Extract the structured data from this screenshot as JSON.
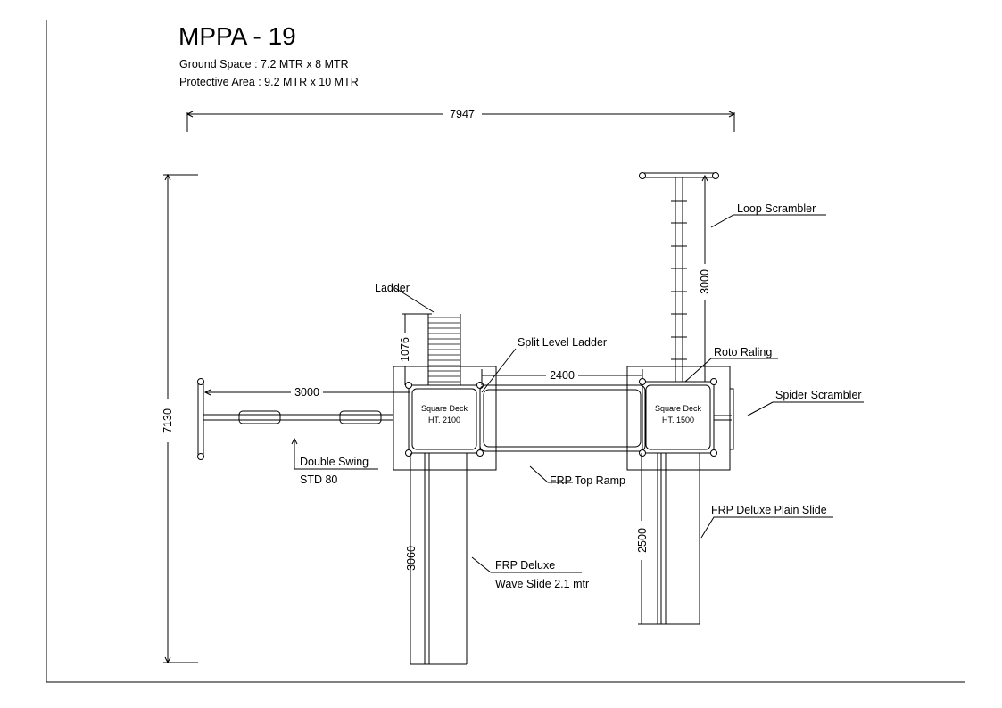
{
  "header": {
    "title": "MPPA - 19",
    "ground_space": "Ground Space :  7.2 MTR    x  8 MTR",
    "protective_area": "Protective Area :  9.2 MTR    x  10 MTR"
  },
  "dimensions": {
    "overall_width": "7947",
    "overall_height": "7130",
    "swing_length": "3000",
    "ladder_height": "1076",
    "ramp_length": "2400",
    "scrambler_length": "3000",
    "wave_slide_length": "3060",
    "plain_slide_length": "2500"
  },
  "decks": {
    "left_name": "Square Deck",
    "left_height": "HT. 2100",
    "right_name": "Square Deck",
    "right_height": "HT. 1500"
  },
  "labels": {
    "ladder": "Ladder",
    "split_level_ladder": "Split Level Ladder",
    "loop_scrambler": "Loop  Scrambler",
    "roto_railing": "Roto Raling",
    "spider_scrambler": "Spider Scrambler",
    "double_swing": "Double  Swing",
    "double_swing_std": "STD 80",
    "frp_top_ramp": "FRP Top Ramp",
    "frp_deluxe": "FRP Deluxe",
    "wave_slide": "Wave Slide 2.1 mtr",
    "plain_slide": "FRP Deluxe Plain Slide"
  }
}
